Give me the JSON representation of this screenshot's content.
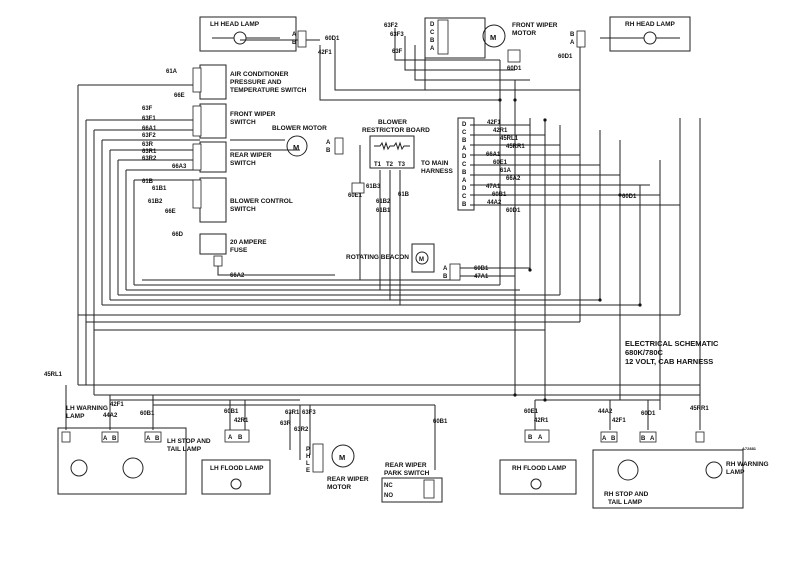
{
  "title": {
    "line1": "ELECTRICAL SCHEMATIC",
    "line2": "680K/780C",
    "line3": "12 VOLT, CAB HARNESS"
  },
  "components": {
    "lh_head_lamp": "LH HEAD LAMP",
    "rh_head_lamp": "RH HEAD LAMP",
    "front_wiper_motor_1": "FRONT WIPER",
    "front_wiper_motor_2": "MOTOR",
    "ac_switch_1": "AIR CONDITIONER",
    "ac_switch_2": "PRESSURE AND",
    "ac_switch_3": "TEMPERATURE SWITCH",
    "front_wiper_switch_1": "FRONT WIPER",
    "front_wiper_switch_2": "SWITCH",
    "rear_wiper_switch_1": "REAR WIPER",
    "rear_wiper_switch_2": "SWITCH",
    "blower_control_1": "BLOWER CONTROL",
    "blower_control_2": "SWITCH",
    "fuse_1": "20 AMPERE",
    "fuse_2": "FUSE",
    "blower_motor": "BLOWER MOTOR",
    "restrictor_1": "BLOWER",
    "restrictor_2": "RESTRICTOR BOARD",
    "main_harness_1": "TO MAIN",
    "main_harness_2": "HARNESS",
    "rotating_beacon": "ROTATING BEACON",
    "lh_warning_1": "LH WARNING",
    "lh_warning_2": "LAMP",
    "lh_stop_1": "LH STOP AND",
    "lh_stop_2": "TAIL LAMP",
    "lh_flood": "LH FLOOD LAMP",
    "rear_wiper_motor_1": "REAR WIPER",
    "rear_wiper_motor_2": "MOTOR",
    "park_switch_1": "REAR WIPER",
    "park_switch_2": "PARK SWITCH",
    "rh_flood": "RH FLOOD LAMP",
    "rh_stop_1": "RH STOP AND",
    "rh_stop_2": "TAIL LAMP",
    "rh_warning_1": "RH WARNING",
    "rh_warning_2": "LAMP",
    "motor_symbol": "M"
  },
  "wire_labels": {
    "w60D1_top": "60D1",
    "w42F1_top": "42F1",
    "w63F2": "63F2",
    "w63F3_top": "63F3",
    "w63F_top": "63F",
    "w60D1_fw": "60D1",
    "w60D1_rh": "60D1",
    "w61A": "61A",
    "w66E_ac": "66E",
    "w63F_sw": "63F",
    "w63F1": "63F1",
    "w66A1": "66A1",
    "w63F2_sw": "63F2",
    "w63R": "63R",
    "w63R1": "63R1",
    "w63R2": "63R2",
    "w66A3": "66A3",
    "w61B": "61B",
    "w61B1": "61B1",
    "w61B2": "61B2",
    "w66E_bl": "66E",
    "w66D": "66D",
    "w66A2_fuse": "66A2",
    "w61B3": "61B3",
    "w60E1": "60E1",
    "w61B2_r": "61B2",
    "w61B_r": "61B",
    "w61B1_r": "61B1",
    "h_42F1": "42F1",
    "h_42R1": "42R1",
    "h_45RL1": "45RL1",
    "h_45RR1": "45RR1",
    "h_66A1": "66A1",
    "h_60E1": "60E1",
    "h_61A": "61A",
    "h_66A2": "66A2",
    "h_47A1": "47A1",
    "h_60B1": "60B1",
    "h_44A2": "44A2",
    "h_60D1": "60D1",
    "w60D1_right": "60D1",
    "w60B1_beacon": "60B1",
    "w47A1_beacon": "47A1",
    "w45RL1": "45RL1",
    "w42F1_lh": "42F1",
    "w44A2_lh": "44A2",
    "w60B1_lh": "60B1",
    "w60B1_flood": "60B1",
    "w42R1_flood": "42R1",
    "w63R1_b": "63R1",
    "w63F3_b": "63F3",
    "w63R_b": "63R",
    "w63R2_b": "63R2",
    "w60B1_park": "60B1",
    "w60E1_rh": "60E1",
    "w42R1_rh": "42R1",
    "w44A2_rh": "44A2",
    "w42F1_rh": "42F1",
    "w60D1_rhs": "60D1",
    "w45RR1": "45RR1",
    "t1": "T1",
    "t2": "T2",
    "t3": "T3",
    "code": "A72881"
  },
  "pins": {
    "a": "A",
    "b": "B",
    "c": "C",
    "d": "D",
    "e": "E",
    "h": "H",
    "l": "L",
    "m": "M",
    "p": "P",
    "nc": "NC",
    "no": "NO"
  }
}
